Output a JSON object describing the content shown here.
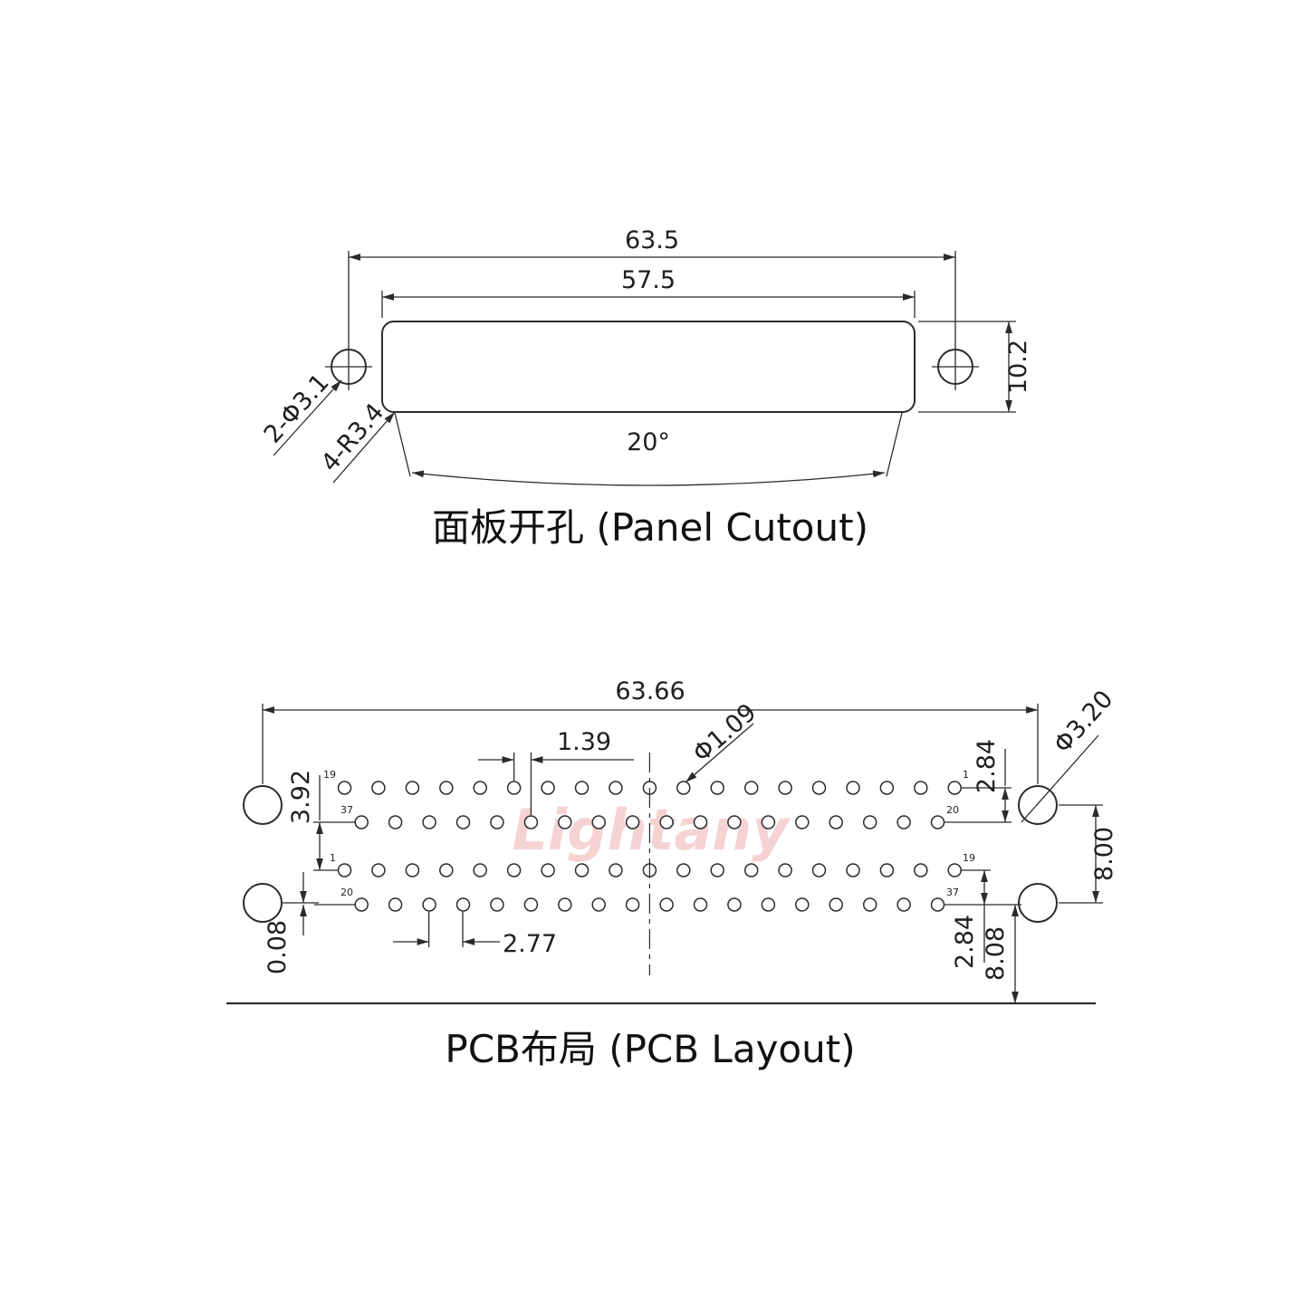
{
  "watermark": {
    "text": "Lightany",
    "color": "#f6d3d3"
  },
  "panel_cutout": {
    "title": "面板开孔 (Panel Cutout)",
    "dim_overall_width": "63.5",
    "dim_inner_width": "57.5",
    "dim_height": "10.2",
    "label_mount_holes": "2-Φ3.1",
    "label_corner_radius": "4-R3.4",
    "dim_angle": "20°"
  },
  "pcb_layout": {
    "title": "PCB布局 (PCB Layout)",
    "dim_overall_width": "63.66",
    "dim_half_pitch": "1.39",
    "dim_row_group_gap": "3.92",
    "dim_pin_hole_dia": "Φ1.09",
    "dim_row_pitch_top": "2.84",
    "dim_mount_hole_dia": "Φ3.20",
    "dim_mount_vertical_pitch": "8.00",
    "dim_mount_row_offset": "0.08",
    "dim_pin_pitch": "2.77",
    "dim_row_pitch_bottom": "2.84",
    "dim_edge_distance": "8.08",
    "rows": [
      {
        "count": 19,
        "label_left": "19",
        "label_right": "1"
      },
      {
        "count": 18,
        "label_left": "37",
        "label_right": "20"
      },
      {
        "count": 19,
        "label_left": "1",
        "label_right": "19"
      },
      {
        "count": 18,
        "label_left": "20",
        "label_right": "37"
      }
    ]
  }
}
